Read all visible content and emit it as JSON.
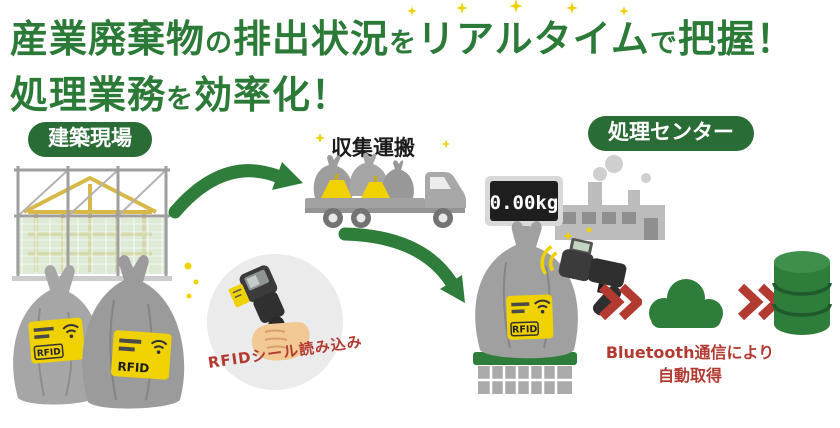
{
  "title": {
    "line1": {
      "seg1": "産業廃棄物",
      "seg2": "の",
      "seg3": "排出状況",
      "seg4": "を",
      "seg5": "リアルタイム",
      "seg6": "で",
      "seg7": "把握！"
    },
    "line2": {
      "seg1": "処理業務",
      "seg2": "を",
      "seg3": "効率化！"
    }
  },
  "stages": {
    "construction": {
      "label": "建築現場"
    },
    "collection": {
      "label": "収集運搬"
    },
    "processing": {
      "label": "処理センター"
    }
  },
  "scale": {
    "display": "0.00kg"
  },
  "tags": {
    "rfid": "RFID"
  },
  "notes": {
    "rfid_scan": "RFIDシール読み込み",
    "bluetooth_line1": "Bluetooth通信により",
    "bluetooth_line2": "自動取得"
  },
  "colors": {
    "green": "#2e7d3a",
    "dark_green": "#2a6c35",
    "yellow": "#f0d200",
    "red": "#b23a30",
    "gray": "#a0a0a0"
  },
  "icons": {
    "sparkle-icon": "four-point-star",
    "wifi-icon": "signal-arcs",
    "chevron-right-icon": "double-angle",
    "cloud-icon": "cloud",
    "database-icon": "cylinder",
    "truck-icon": "flatbed-truck",
    "factory-icon": "factory-silhouette",
    "rfid-reader-icon": "handheld-scanner",
    "flow-arrow-icon": "curved-arrow"
  }
}
